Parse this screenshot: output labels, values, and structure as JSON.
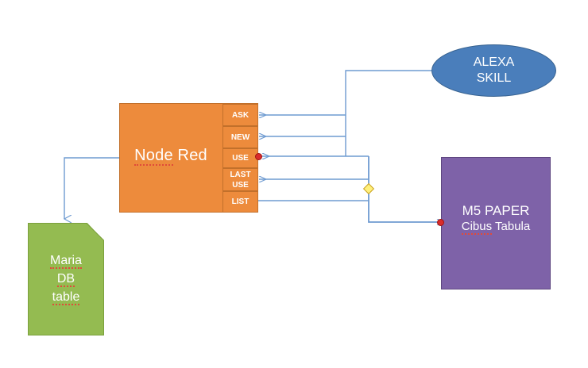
{
  "diagram": {
    "title": "Node Red / Alexa Skill / M5 Paper architecture",
    "background": "#ffffff",
    "colors": {
      "node_red": "#ED8B3C",
      "alexa": "#4A7EBB",
      "m5paper": "#7E62A8",
      "mariadb": "#94BB51",
      "connector": "#6F9BD1",
      "endpoint": "#D92B2B",
      "waypoint": "#FFF07A"
    }
  },
  "nodes": {
    "node_red": {
      "label_part1": "Node",
      "label_part2": "Red",
      "rows": [
        {
          "label": "ASK",
          "lines": [
            "ASK"
          ]
        },
        {
          "label": "NEW",
          "lines": [
            "NEW"
          ]
        },
        {
          "label": "USE",
          "lines": [
            "USE"
          ]
        },
        {
          "label": "LAST USE",
          "lines": [
            "LAST",
            "USE"
          ]
        },
        {
          "label": "LIST",
          "lines": [
            "LIST"
          ]
        }
      ]
    },
    "alexa_skill": {
      "line1": "ALEXA",
      "line2": "SKILL"
    },
    "m5_paper": {
      "title": "M5 PAPER",
      "subtitle_part1": "Cibus",
      "subtitle_part2": "Tabula"
    },
    "maria_db": {
      "line1": "Maria",
      "line2": "DB",
      "line3": "table"
    }
  }
}
